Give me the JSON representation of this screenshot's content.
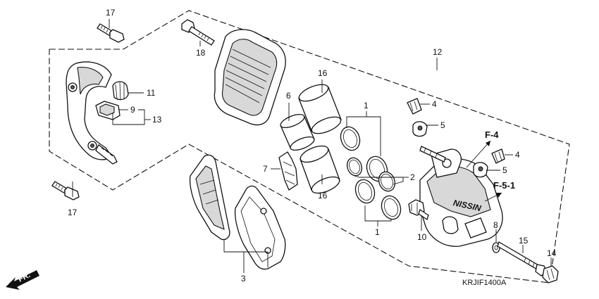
{
  "diagram": {
    "callouts": {
      "p17a": "17",
      "p17b": "17",
      "p18": "18",
      "p16a": "16",
      "p16b": "16",
      "p12": "12",
      "p11": "11",
      "p9": "9",
      "p13": "13",
      "p6": "6",
      "p1a": "1",
      "p1b": "1",
      "p2": "2",
      "p4a": "4",
      "p4b": "4",
      "p5a": "5",
      "p5b": "5",
      "p7": "7",
      "p3": "3",
      "p10": "10",
      "p8": "8",
      "p15": "15",
      "p14": "14"
    },
    "references": {
      "f4": "F-4",
      "f51": "F-5-1"
    },
    "caliper_logo": "NISSIN",
    "front_arrow": "FR.",
    "diagram_code": "KRJIF1400A"
  }
}
